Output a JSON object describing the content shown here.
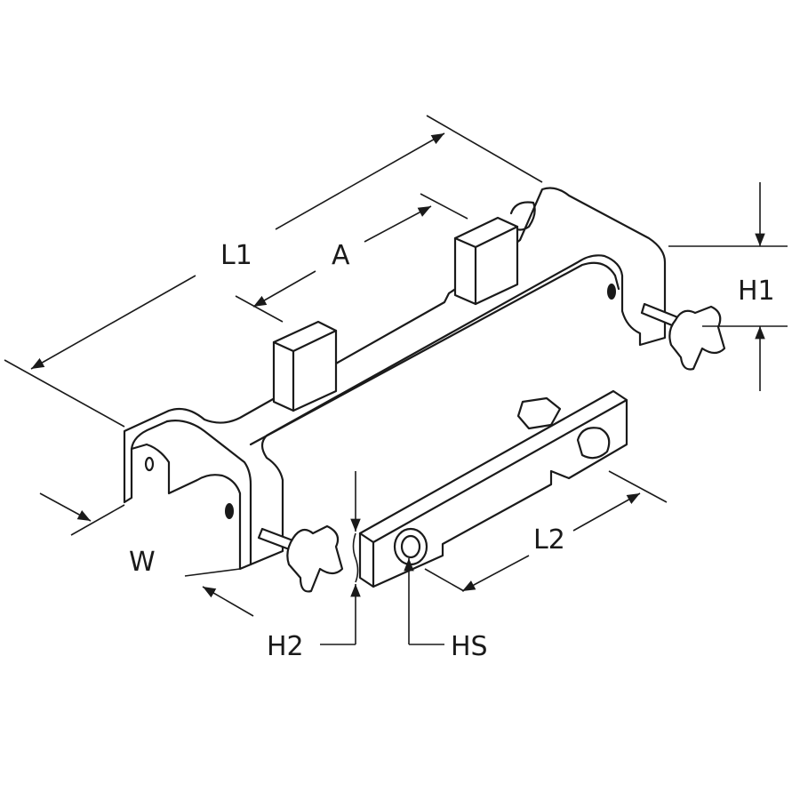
{
  "diagram": {
    "labels": {
      "L1": "L1",
      "A": "A",
      "H1": "H1",
      "W": "W",
      "H2": "H2",
      "HS": "HS",
      "L2": "L2"
    },
    "line_color": "#1a1a1a",
    "background": "#ffffff"
  }
}
